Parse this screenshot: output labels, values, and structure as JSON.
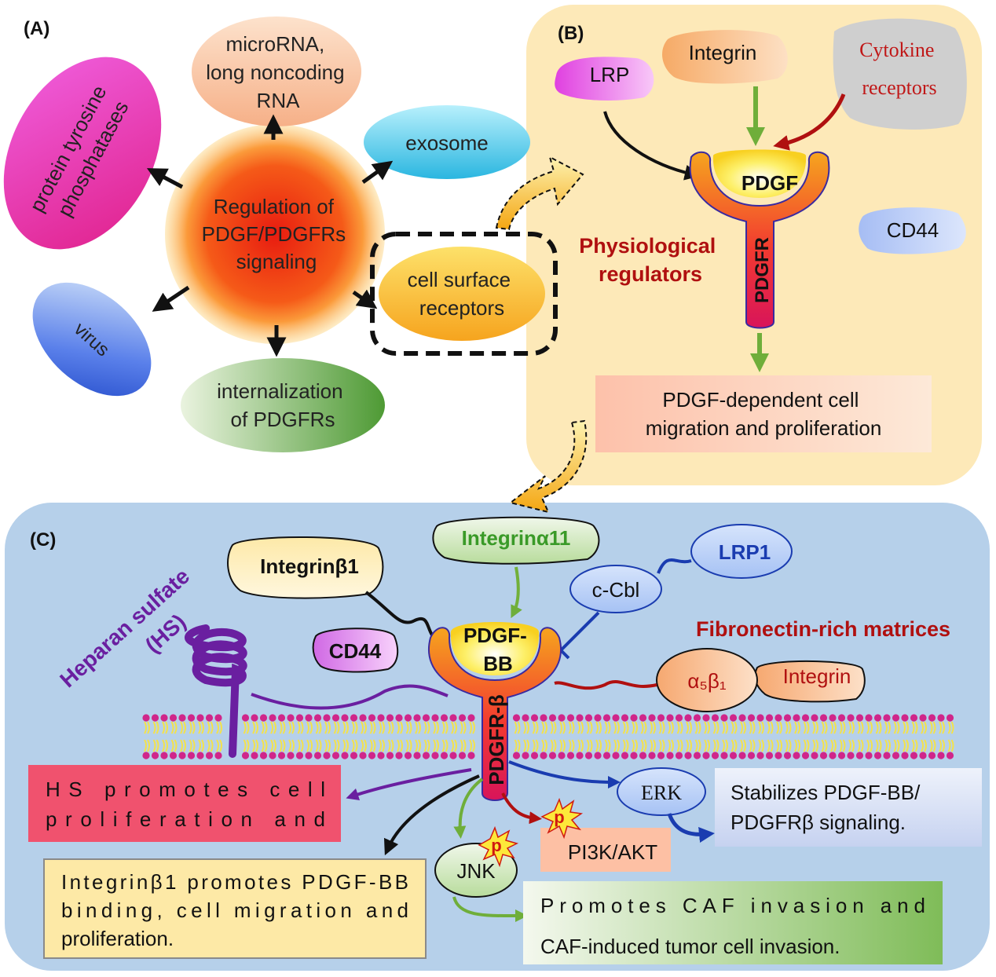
{
  "panel_a": {
    "label": "(A)",
    "center": [
      "Regulation of",
      "PDGF/PDGFRs",
      "signaling"
    ],
    "mirna": [
      "microRNA,",
      "long noncoding",
      "RNA"
    ],
    "ptp": [
      "protein tyrosine",
      "phosphatases"
    ],
    "exosome": "exosome",
    "virus": "virus",
    "internalization": [
      "internalization",
      "of PDGFRs"
    ],
    "receptors": [
      "cell surface",
      "receptors"
    ]
  },
  "panel_b": {
    "label": "(B)",
    "lrp": "LRP",
    "integrin": "Integrin",
    "cytokine": [
      "Cytokine",
      "receptors"
    ],
    "pdgf": "PDGF",
    "pdgfr": "PDGFR",
    "cd44": "CD44",
    "physio": [
      "Physiological",
      "regulators"
    ],
    "outcome": [
      "PDGF-dependent cell",
      "migration and proliferation"
    ]
  },
  "panel_c": {
    "label": "(C)",
    "integrin_a11": "Integrinα11",
    "integrin_b1": "Integrinβ1",
    "lrp1": "LRP1",
    "ccbl": "c-Cbl",
    "hs_label": [
      "Heparan sulfate",
      "(HS)"
    ],
    "cd44": "CD44",
    "pdgf_bb": [
      "PDGF-",
      "BB"
    ],
    "fibronectin": "Fibronectin-rich matrices",
    "a5b1": "α₅β₁",
    "integrin": "Integrin",
    "pdgfr_b": "PDGFR-β",
    "hs_box": [
      "HS promotes cell",
      "proliferation and"
    ],
    "erk": "ERK",
    "stabilizes": [
      "Stabilizes PDGF-BB/",
      "PDGFRβ signaling."
    ],
    "pi3k": "PI3K/AKT",
    "jnk": "JNK",
    "p": "p",
    "integrin_box": [
      "Integrinβ1 promotes PDGF-BB",
      "binding, cell migration and",
      "proliferation."
    ],
    "caf_box": [
      "Promotes CAF invasion and",
      "CAF-induced tumor cell invasion."
    ]
  },
  "colors": {
    "panel_b_bg": "#fde9b8",
    "panel_c_bg": "#b6d0ea",
    "center_red": "#f04a12",
    "dark_red": "#b01010",
    "green_arrow": "#72b03a",
    "blue_arrow": "#1a3cb0",
    "purple": "#6a1fa0",
    "membrane_head": "#d0268a",
    "membrane_tail": "#f4e24a"
  }
}
